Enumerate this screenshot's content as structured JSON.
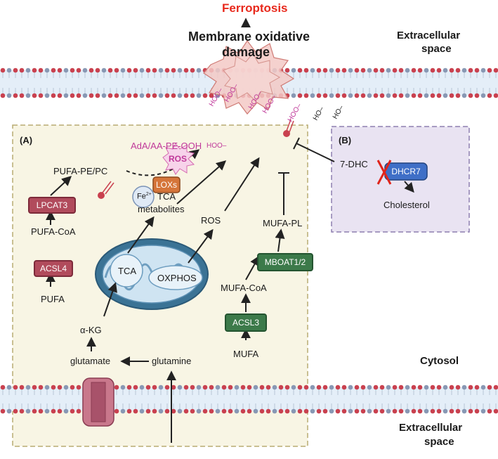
{
  "header": {
    "ferroptosis": "Ferroptosis",
    "membrane_damage_line1": "Membrane oxidative",
    "membrane_damage_line2": "damage"
  },
  "compartments": {
    "extracellular_top_line1": "Extracellular",
    "extracellular_top_line2": "space",
    "cytosol": "Cytosol",
    "extracellular_bottom_line1": "Extracellular",
    "extracellular_bottom_line2": "space"
  },
  "panel_a": {
    "label": "(A)",
    "pufa_pe_pc": "PUFA-PE/PC",
    "lpcat3": "LPCAT3",
    "pufa_coa": "PUFA-CoA",
    "acsl4": "ACSL4",
    "pufa": "PUFA",
    "ada_product": "AdA/AA-PE-OOH",
    "hoo_ada": "HOO–",
    "ros_burst": "ROS",
    "loxs": "LOXs",
    "fe": "Fe",
    "fe_charge": "2+",
    "tca_metabolites_line1": "TCA",
    "tca_metabolites_line2": "metabolites",
    "ros_mito": "ROS",
    "tca": "TCA",
    "oxphos": "OXPHOS",
    "akg": "α-KG",
    "glutamate": "glutamate",
    "glutamine": "glutamine",
    "mufa_pl": "MUFA-PL",
    "mboat": "MBOAT1/2",
    "mufa_coa": "MUFA-CoA",
    "acsl3": "ACSL3",
    "mufa": "MUFA"
  },
  "panel_b": {
    "label": "(B)",
    "seven_dhc": "7-DHC",
    "dhcr7": "DHCR7",
    "cholesterol": "Cholesterol"
  },
  "membrane_labels": {
    "hoo_1": "HOO–",
    "hoo_2": "HOO–",
    "hoo_3": "HOO–",
    "hoo_4": "HOO–",
    "hoo_5": "HOO–",
    "ho_1": "HO–",
    "ho_2": "HO–"
  },
  "colors": {
    "ferroptosis": "#e8291c",
    "magenta_text": "#c0399a",
    "lipid_head_red": "#c9414f",
    "lipid_head_blue": "#8898b4",
    "membrane_core": "#e4eef8",
    "panel_a_bg": "#f8f5e4",
    "panel_a_border": "#b8ab72",
    "panel_b_bg": "#e9e3f2",
    "panel_b_border": "#8e7fb0",
    "enzyme_red": "#b14b5c",
    "enzyme_green": "#3c7a4a",
    "loxs_orange": "#d5753a",
    "dhcr7_blue": "#3f6fc7",
    "mito_outer": "#3b7395",
    "mito_inner": "#cfe4f2"
  }
}
